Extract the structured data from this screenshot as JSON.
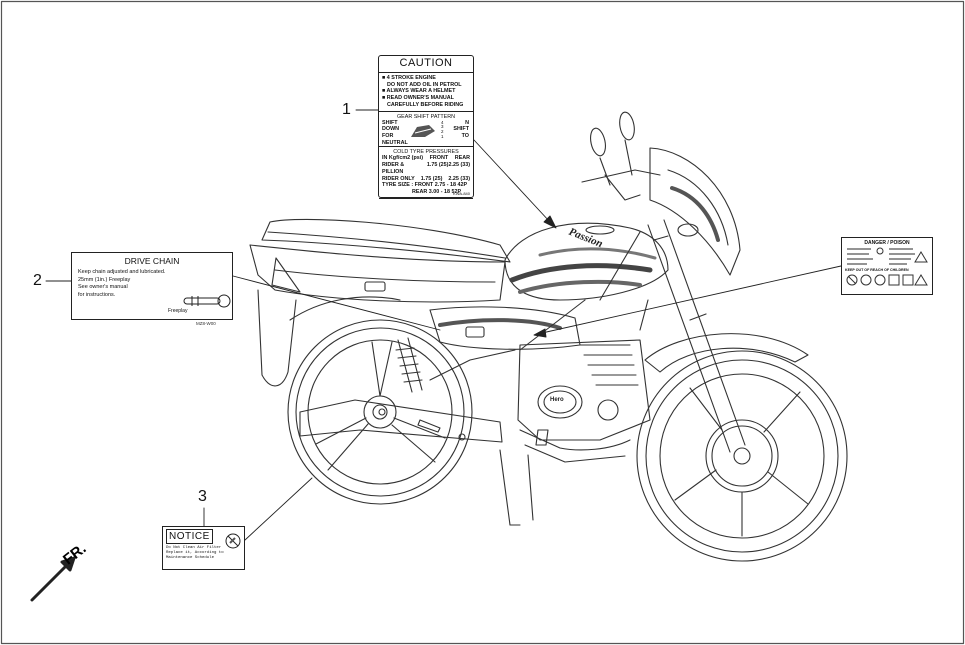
{
  "callouts": [
    "1",
    "2",
    "3"
  ],
  "caution": {
    "title": "CAUTION",
    "lines": [
      "■ 4 STROKE ENGINE",
      "DO NOT ADD OIL IN PETROL",
      "■ ALWAYS WEAR A HELMET",
      "■ READ OWNER'S MANUAL",
      "CAREFULLY BEFORE RIDING"
    ],
    "gear_title": "GEAR SHIFT PATTERN",
    "gear_left": [
      "SHIFT",
      "DOWN",
      "FOR",
      "NEUTRAL"
    ],
    "gear_right": [
      "N",
      "SHIFT",
      "TO"
    ],
    "gear_digits": [
      "1",
      "2",
      "3",
      "4"
    ],
    "tyre_title": "COLD TYRE PRESSURES",
    "tyre_header": [
      "IN Kgf/cm2 (psi)",
      "FRONT",
      "REAR"
    ],
    "tyre_rows": [
      [
        "RIDER & PILLION",
        "1.75 (25)",
        "2.25 (33)"
      ],
      [
        "RIDER ONLY",
        "1.75 (25)",
        "2.25 (33)"
      ]
    ],
    "tyre_size_front": "TYRE SIZE : FRONT 2.75 - 18 42P",
    "tyre_size_rear": "REAR 3.00 - 18 52P",
    "code": "KWA-840"
  },
  "drive_chain": {
    "title": "DRIVE CHAIN",
    "lines": [
      "Keep chain adjusted and lubricated.",
      "25mm (1in.) Freeplay",
      "See owner's manual",
      "for instructions."
    ],
    "freeplay": "Freeplay",
    "code": "MZ8-W00"
  },
  "danger": {
    "title": "DANGER / POISON",
    "footer": "KEEP OUT OF REACH OF CHILDREN"
  },
  "notice": {
    "title": "NOTICE",
    "lines": [
      "Do Not Clean Air Filter",
      "Replace it, According to",
      "Maintenance Schedule"
    ]
  },
  "bike": {
    "tank_script": "Passion",
    "brand": "Hero"
  },
  "direction": "FR."
}
